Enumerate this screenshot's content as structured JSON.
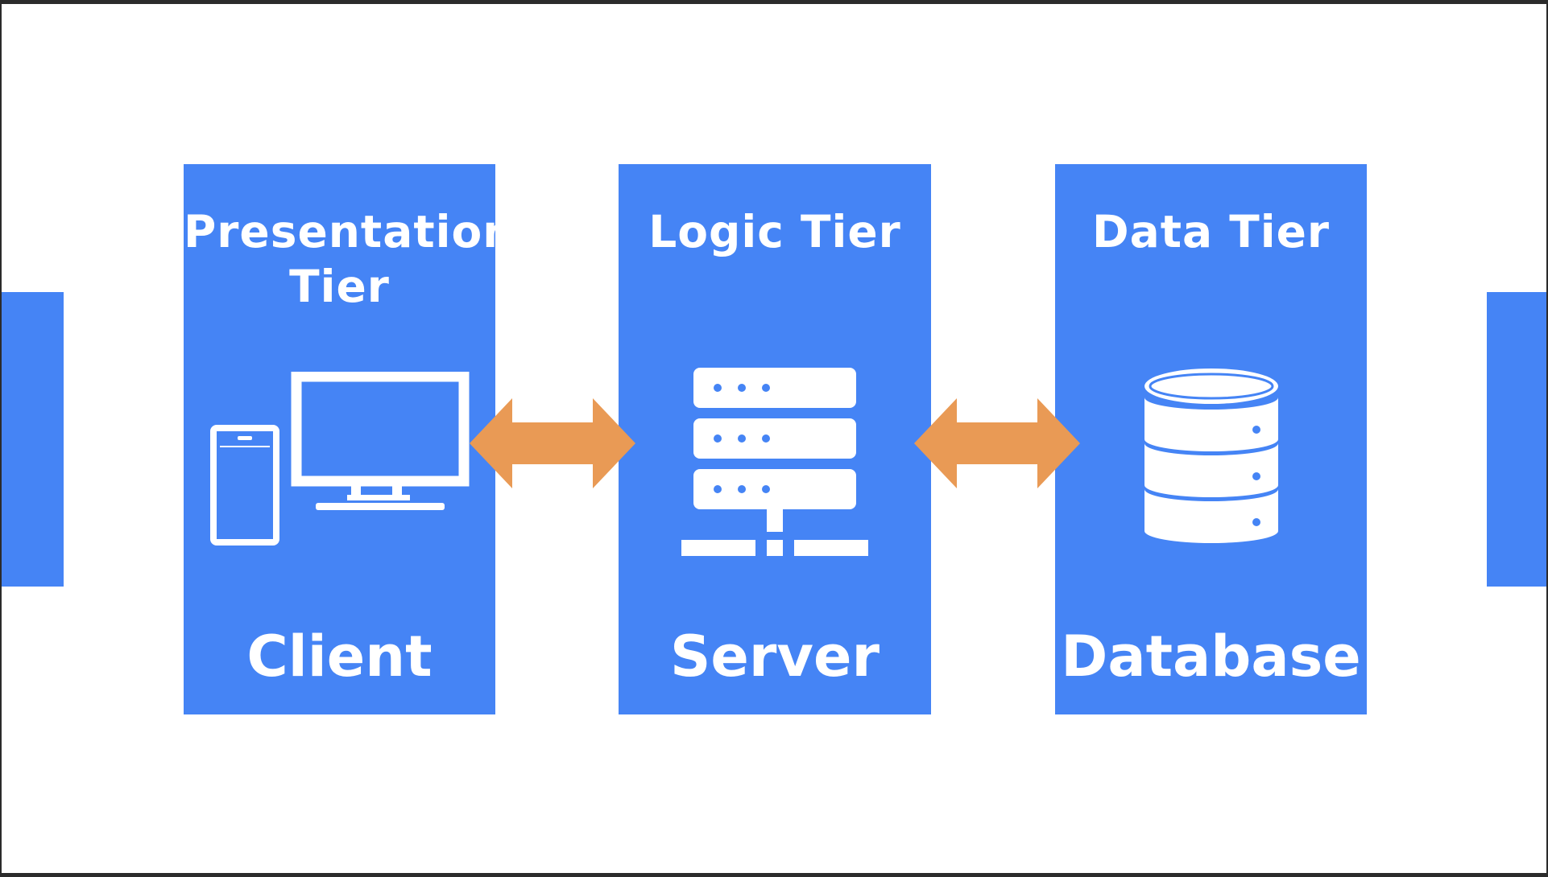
{
  "diagram": {
    "tiers": [
      {
        "title": "Presentation\nTier",
        "footer": "Client",
        "icon": "devices-icon"
      },
      {
        "title": "Logic Tier",
        "footer": "Server",
        "icon": "server-icon"
      },
      {
        "title": "Data Tier",
        "footer": "Database",
        "icon": "database-icon"
      }
    ],
    "connectors": [
      {
        "from": "Client",
        "to": "Server",
        "type": "bidirectional"
      },
      {
        "from": "Server",
        "to": "Database",
        "type": "bidirectional"
      }
    ]
  },
  "colors": {
    "tier_fill": "#4584f5",
    "arrow": "#e99a55",
    "text": "#ffffff",
    "background": "#ffffff"
  }
}
